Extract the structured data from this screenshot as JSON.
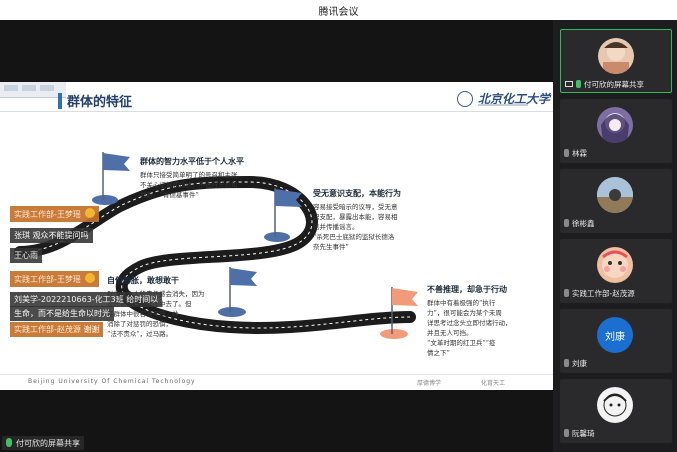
{
  "window": {
    "title": "腾讯会议"
  },
  "slide": {
    "title": "群体的特征",
    "logo_text": "北京化工大学",
    "sections": [
      {
        "heading": "群体的智力水平低于个人水平",
        "body": [
          "群体只接受简单明了的号召和主张，",
          "不关心证据和论述，不进行分析和",
          "判断。“肯德基事件”"
        ]
      },
      {
        "heading": "受无意识支配，本能行为",
        "body": [
          "容易接受暗示的议导，受无意",
          "识支配，暴露出本能，容易相",
          "信并传播谣言。",
          "“杀死巴士底狱的监狱长德洛",
          "奈先生事件”"
        ]
      },
      {
        "heading": "自信膨胀，敢想敢干",
        "body": [
          "群体中个人的责任感会消失，因为",
          "责任被分散到群体中去了。但",
          "在群体中很容易实现，并",
          "消除了对惩罚的恐惧，",
          "“法不责众”，过马路。"
        ]
      },
      {
        "heading": "不善推理，却急于行动",
        "body": [
          "群体中有着极强的“执行",
          "力”，很可能会为某个未周",
          "详思考过念头立即付诸行动，",
          "并且无人可挡。",
          "“文革时期的红卫兵”“疫",
          "情之下”"
        ]
      }
    ],
    "footer": {
      "left": "Beijing University Of Chemical Technology",
      "mid": "厚德博学",
      "right": "化育天工"
    }
  },
  "chat": [
    {
      "sender": "实践工作部-王梦瑶",
      "text": "",
      "style": "orange",
      "emoji": "thumbs-up-icon"
    },
    {
      "sender": "张琪",
      "text": "观众不能提问吗",
      "style": "dark",
      "emoji": ""
    },
    {
      "sender": "王心雨",
      "text": "",
      "style": "dark",
      "emoji": ""
    },
    {
      "sender": "实践工作部-王梦瑶",
      "text": "",
      "style": "orange",
      "emoji": "thumbs-up-icon"
    },
    {
      "sender": "刘美学-2022210663-化工3班",
      "text": "给时间以",
      "style": "dark",
      "emoji": ""
    },
    {
      "sender": "",
      "text": "生命，而不是给生命以时光",
      "style": "dark",
      "emoji": ""
    },
    {
      "sender": "实践工作部-赵茂源",
      "text": "谢谢",
      "style": "orange",
      "emoji": ""
    }
  ],
  "share_status": "付可欣的屏幕共享",
  "participants": [
    {
      "name": "付可欣的屏幕共享",
      "avatar_color": "#e7c7b0",
      "active": true,
      "screen_share": true
    },
    {
      "name": "林霖",
      "avatar_color": "#7e6ea3",
      "active": false,
      "screen_share": false
    },
    {
      "name": "徐彬鑫",
      "avatar_color": "#d6c6a3",
      "active": false,
      "screen_share": false
    },
    {
      "name": "实践工作部-赵茂源",
      "avatar_color": "#f0bfa0",
      "active": false,
      "screen_share": false
    },
    {
      "name": "刘康",
      "avatar_color": "#1a6fd1",
      "avatar_text": "刘康",
      "active": false,
      "screen_share": false
    },
    {
      "name": "阮馨琦",
      "avatar_color": "#f3f3f3",
      "active": false,
      "screen_share": false
    }
  ],
  "colors": {
    "accent_green": "#2dbb5b",
    "flag_blue": "#4f6fa8",
    "flag_orange": "#f29b7a"
  }
}
